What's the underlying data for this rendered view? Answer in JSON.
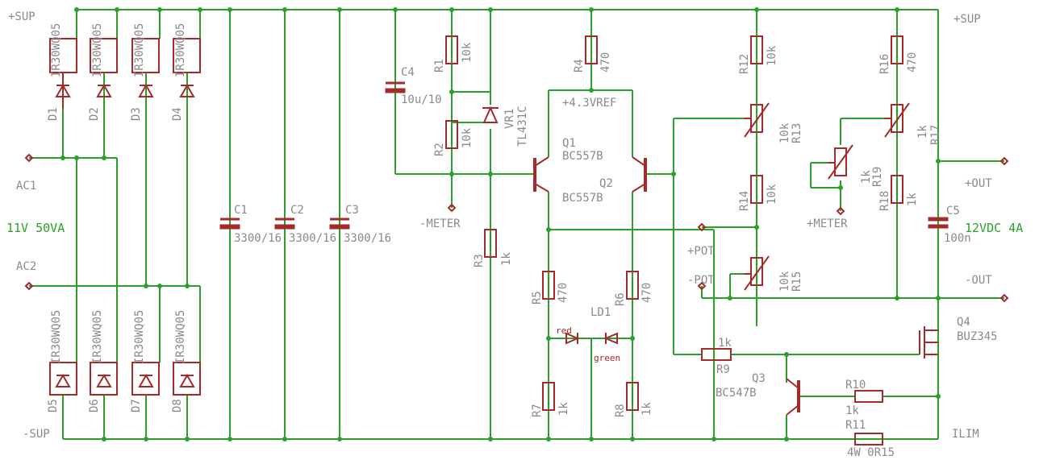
{
  "supply": {
    "sup_plus": "+SUP",
    "sup_minus": "-SUP",
    "sup_plus_right": "+SUP"
  },
  "ac": {
    "ac1": "AC1",
    "ac2": "AC2",
    "transformer": "11V 50VA"
  },
  "diodes": [
    {
      "name": "D1",
      "value": "IR30WQ05"
    },
    {
      "name": "D2",
      "value": "IR30WQ05"
    },
    {
      "name": "D3",
      "value": "IR30WQ05"
    },
    {
      "name": "D4",
      "value": "IR30WQ05"
    },
    {
      "name": "D5",
      "value": "IR30WQ05"
    },
    {
      "name": "D6",
      "value": "IR30WQ05"
    },
    {
      "name": "D7",
      "value": "IR30WQ05"
    },
    {
      "name": "D8",
      "value": "IR30WQ05"
    }
  ],
  "caps": [
    {
      "name": "C1",
      "value": "3300/16"
    },
    {
      "name": "C2",
      "value": "3300/16"
    },
    {
      "name": "C3",
      "value": "3300/16"
    },
    {
      "name": "C4",
      "value": "10u/10"
    },
    {
      "name": "C5",
      "value": "100n"
    }
  ],
  "resistors": [
    {
      "name": "R1",
      "value": "10k"
    },
    {
      "name": "R2",
      "value": "10k"
    },
    {
      "name": "R3",
      "value": "1k"
    },
    {
      "name": "R4",
      "value": "470"
    },
    {
      "name": "R5",
      "value": "470"
    },
    {
      "name": "R6",
      "value": "470"
    },
    {
      "name": "R7",
      "value": "1k"
    },
    {
      "name": "R8",
      "value": "1k"
    },
    {
      "name": "R9",
      "value": "1k"
    },
    {
      "name": "R10",
      "value": "1k"
    },
    {
      "name": "R11",
      "value": "4W 0R15"
    },
    {
      "name": "R12",
      "value": "10k"
    },
    {
      "name": "R14",
      "value": "10k"
    },
    {
      "name": "R16",
      "value": "470"
    },
    {
      "name": "R18",
      "value": "1k"
    }
  ],
  "pots": [
    {
      "name": "R13",
      "value": "10k"
    },
    {
      "name": "R15",
      "value": "10k"
    },
    {
      "name": "R17",
      "value": "1k"
    },
    {
      "name": "R19",
      "value": "1k"
    }
  ],
  "semis": {
    "vr1_name": "VR1",
    "vr1_value": "TL431C",
    "q1_name": "Q1",
    "q1_value": "BC557B",
    "q2_name": "Q2",
    "q2_value": "BC557B",
    "q3_name": "Q3",
    "q3_value": "BC547B",
    "q4_name": "Q4",
    "q4_value": "BUZ345",
    "ld1_name": "LD1",
    "led_red": "red",
    "led_green": "green"
  },
  "nets": {
    "ref": "+4.3VREF",
    "meter_minus": "-METER",
    "meter_plus": "+METER",
    "pot_plus": "+POT",
    "pot_minus": "-POT",
    "out_plus": "+OUT",
    "out_minus": "-OUT",
    "output_rating": "12VDC 4A",
    "ilim": "ILIM"
  },
  "colors": {
    "wire": "#2ca02c",
    "component": "#a52a2a",
    "label": "#8a8a8a"
  }
}
